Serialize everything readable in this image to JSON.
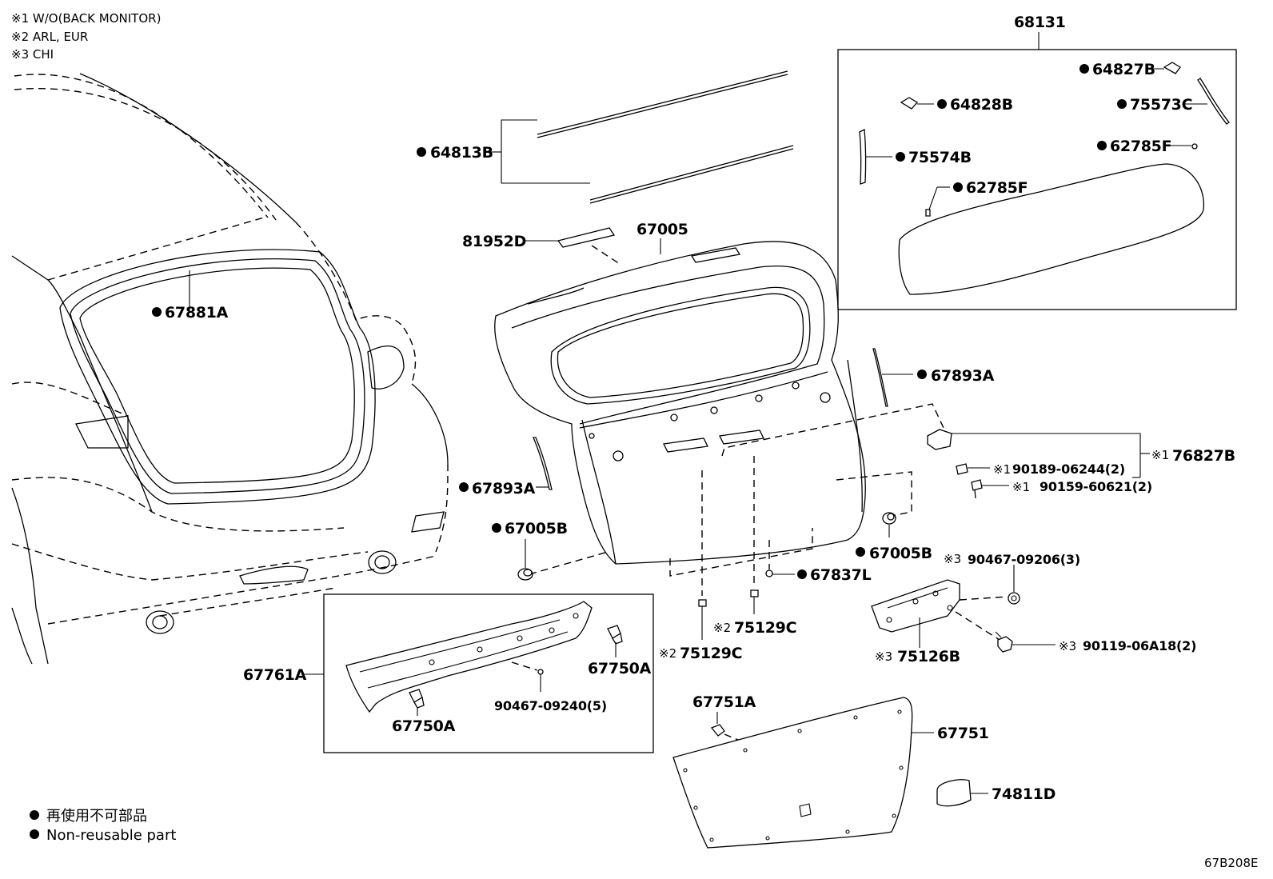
{
  "notes": [
    "※1 W/O(BACK MONITOR)",
    "※2 ARL, EUR",
    "※3 CHI"
  ],
  "legend": {
    "jp": "再使用不可部品",
    "en": "Non-reusable part"
  },
  "diagram_code": "67B208E",
  "parts": {
    "p68131": "68131",
    "p64827B": "64827B",
    "p64828B": "64828B",
    "p75573C": "75573C",
    "p62785F_a": "62785F",
    "p75574B": "75574B",
    "p62785F_b": "62785F",
    "p64813B": "64813B",
    "p81952D": "81952D",
    "p67005": "67005",
    "p67881A": "67881A",
    "p67893A_r": "67893A",
    "p67893A_l": "67893A",
    "p76827B": "76827B",
    "p90189": "90189-06244(2)",
    "p90159": "90159-60621(2)",
    "p67005B_l": "67005B",
    "p67005B_r": "67005B",
    "p90467_09206": "90467-09206(3)",
    "p67837L": "67837L",
    "p75129C_a": "75129C",
    "p75129C_b": "75129C",
    "p75126B": "75126B",
    "p90119": "90119-06A18(2)",
    "p67761A": "67761A",
    "p67750A_r": "67750A",
    "p67750A_l": "67750A",
    "p90467_09240": "90467-09240(5)",
    "p67751A": "67751A",
    "p67751": "67751",
    "p74811D": "74811D"
  },
  "prefixes": {
    "m1": "※1",
    "m2": "※2",
    "m3": "※3"
  }
}
